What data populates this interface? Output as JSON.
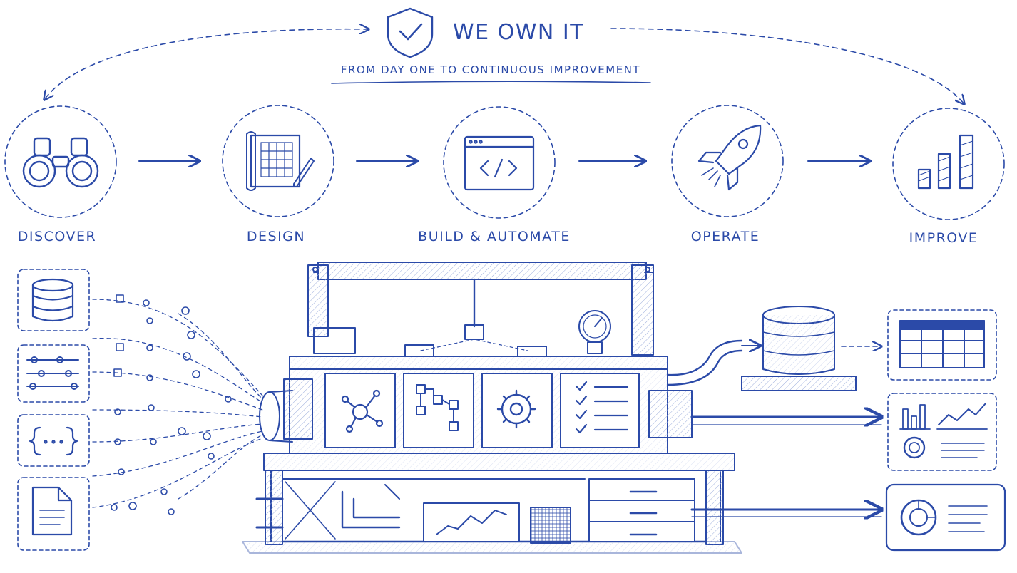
{
  "header": {
    "title": "WE OWN IT",
    "subtitle": "FROM DAY ONE TO CONTINUOUS IMPROVEMENT",
    "icon": "shield-check-icon"
  },
  "stages": [
    {
      "label": "DISCOVER",
      "icon": "binoculars-icon"
    },
    {
      "label": "DESIGN",
      "icon": "blueprint-icon"
    },
    {
      "label": "BUILD & AUTOMATE",
      "icon": "code-window-icon"
    },
    {
      "label": "OPERATE",
      "icon": "rocket-icon"
    },
    {
      "label": "IMPROVE",
      "icon": "bar-chart-icon"
    }
  ],
  "inputs": [
    {
      "icon": "database-icon"
    },
    {
      "icon": "pipeline-icon"
    },
    {
      "icon": "json-braces-icon"
    },
    {
      "icon": "document-icon"
    }
  ],
  "machine": {
    "panels": [
      {
        "icon": "network-icon"
      },
      {
        "icon": "flowchart-icon"
      },
      {
        "icon": "gear-icon"
      },
      {
        "icon": "checklist-icon"
      }
    ]
  },
  "outputs": [
    {
      "icon": "database-cylinder-icon"
    },
    {
      "icon": "table-grid-icon"
    },
    {
      "icon": "dashboard-charts-icon"
    },
    {
      "icon": "report-screen-icon"
    }
  ],
  "colors": {
    "ink": "#2b4aa8",
    "ink_light": "#8fa3d8",
    "paper": "#ffffff"
  }
}
